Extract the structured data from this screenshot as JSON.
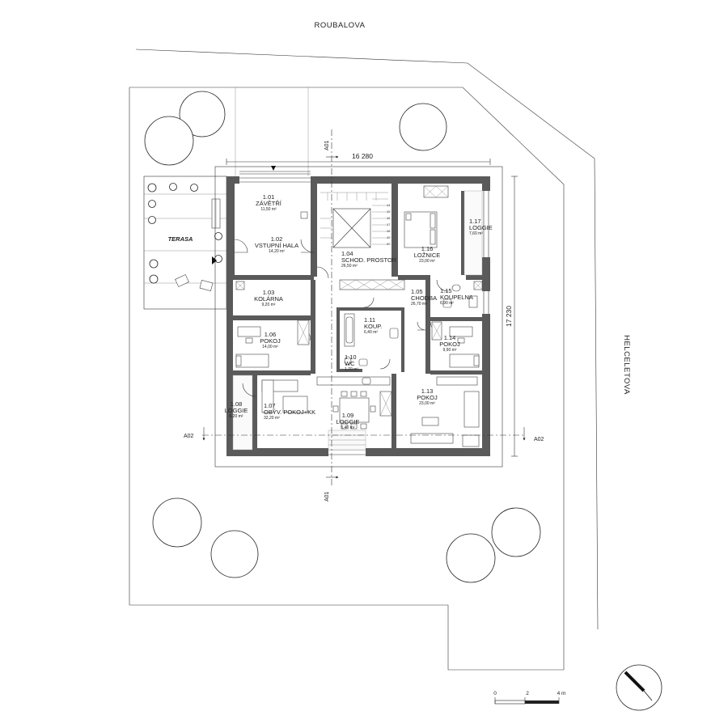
{
  "streets": {
    "north": "ROUBALOVA",
    "east": "HELCELETOVA"
  },
  "dimensions": {
    "width": "16 280",
    "depth": "17 230"
  },
  "sections": {
    "a01": "A01",
    "a02": "A02"
  },
  "terrace_label": "TERASA",
  "rooms": [
    {
      "id": "1.01",
      "name": "ZÁVĚTŘÍ",
      "area": "11,50 m²"
    },
    {
      "id": "1.02",
      "name": "VSTUPNÍ HALA",
      "area": "14,20 m²"
    },
    {
      "id": "1.03",
      "name": "KOLÁRNA",
      "area": "9,20 m²"
    },
    {
      "id": "1.04",
      "name": "SCHOD. PROSTOR",
      "area": "26,50 m²"
    },
    {
      "id": "1.05",
      "name": "CHODBA",
      "area": "26,70 m²"
    },
    {
      "id": "1.06",
      "name": "POKOJ",
      "area": "14,00 m²"
    },
    {
      "id": "1.07",
      "name": "OBÝV. POKOJ+KK",
      "area": "32,20 m²"
    },
    {
      "id": "1.08",
      "name": "LOGGIE",
      "area": "6,20 m²"
    },
    {
      "id": "1.09",
      "name": "LOGGIE",
      "area": "5,40 m²"
    },
    {
      "id": "1.10",
      "name": "WC",
      "area": "1,70 m²"
    },
    {
      "id": "1.11",
      "name": "KOUP.",
      "area": "6,40 m²"
    },
    {
      "id": "1.13",
      "name": "POKOJ",
      "area": "23,00 m²"
    },
    {
      "id": "1.14",
      "name": "POKOJ",
      "area": "9,90 m²"
    },
    {
      "id": "1.15",
      "name": "KOUPELNA",
      "area": "6,90 m²"
    },
    {
      "id": "1.16",
      "name": "LOŽNICE",
      "area": "23,00 m²"
    },
    {
      "id": "1.17",
      "name": "LOGGIE",
      "area": "7,60 m²"
    }
  ],
  "stair_numbers": [
    "14",
    "15",
    "16",
    "17",
    "18",
    "19",
    "20"
  ],
  "scale_bar": {
    "marks": [
      "0",
      "2",
      "4 m"
    ],
    "max_m": 4
  },
  "north_icon": "north-arrow-icon"
}
